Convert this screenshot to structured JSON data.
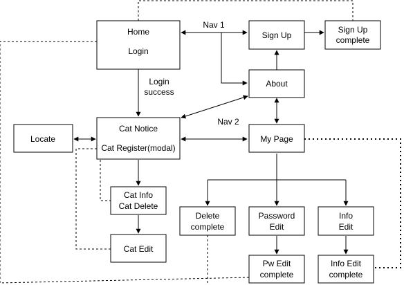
{
  "nodes": {
    "home_login": {
      "lines": [
        "Home",
        "Login"
      ]
    },
    "sign_up": {
      "lines": [
        "Sign Up"
      ]
    },
    "sign_up_complete": {
      "lines": [
        "Sign Up",
        "complete"
      ]
    },
    "about": {
      "lines": [
        "About"
      ]
    },
    "cat_notice": {
      "lines": [
        "Cat Notice",
        "Cat Register(modal)"
      ]
    },
    "locate": {
      "lines": [
        "Locate"
      ]
    },
    "my_page": {
      "lines": [
        "My Page"
      ]
    },
    "cat_info": {
      "lines": [
        "Cat Info",
        "Cat Delete"
      ]
    },
    "cat_edit": {
      "lines": [
        "Cat Edit"
      ]
    },
    "delete_complete": {
      "lines": [
        "Delete",
        "complete"
      ]
    },
    "password_edit": {
      "lines": [
        "Password",
        "Edit"
      ]
    },
    "info_edit": {
      "lines": [
        "Info",
        "Edit"
      ]
    },
    "pw_edit_complete": {
      "lines": [
        "Pw Edit",
        "complete"
      ]
    },
    "info_edit_complete": {
      "lines": [
        "Info Edit",
        "complete"
      ]
    }
  },
  "labels": {
    "nav1": "Nav 1",
    "nav2": "Nav 2",
    "login_success": [
      "Login",
      "success"
    ]
  }
}
